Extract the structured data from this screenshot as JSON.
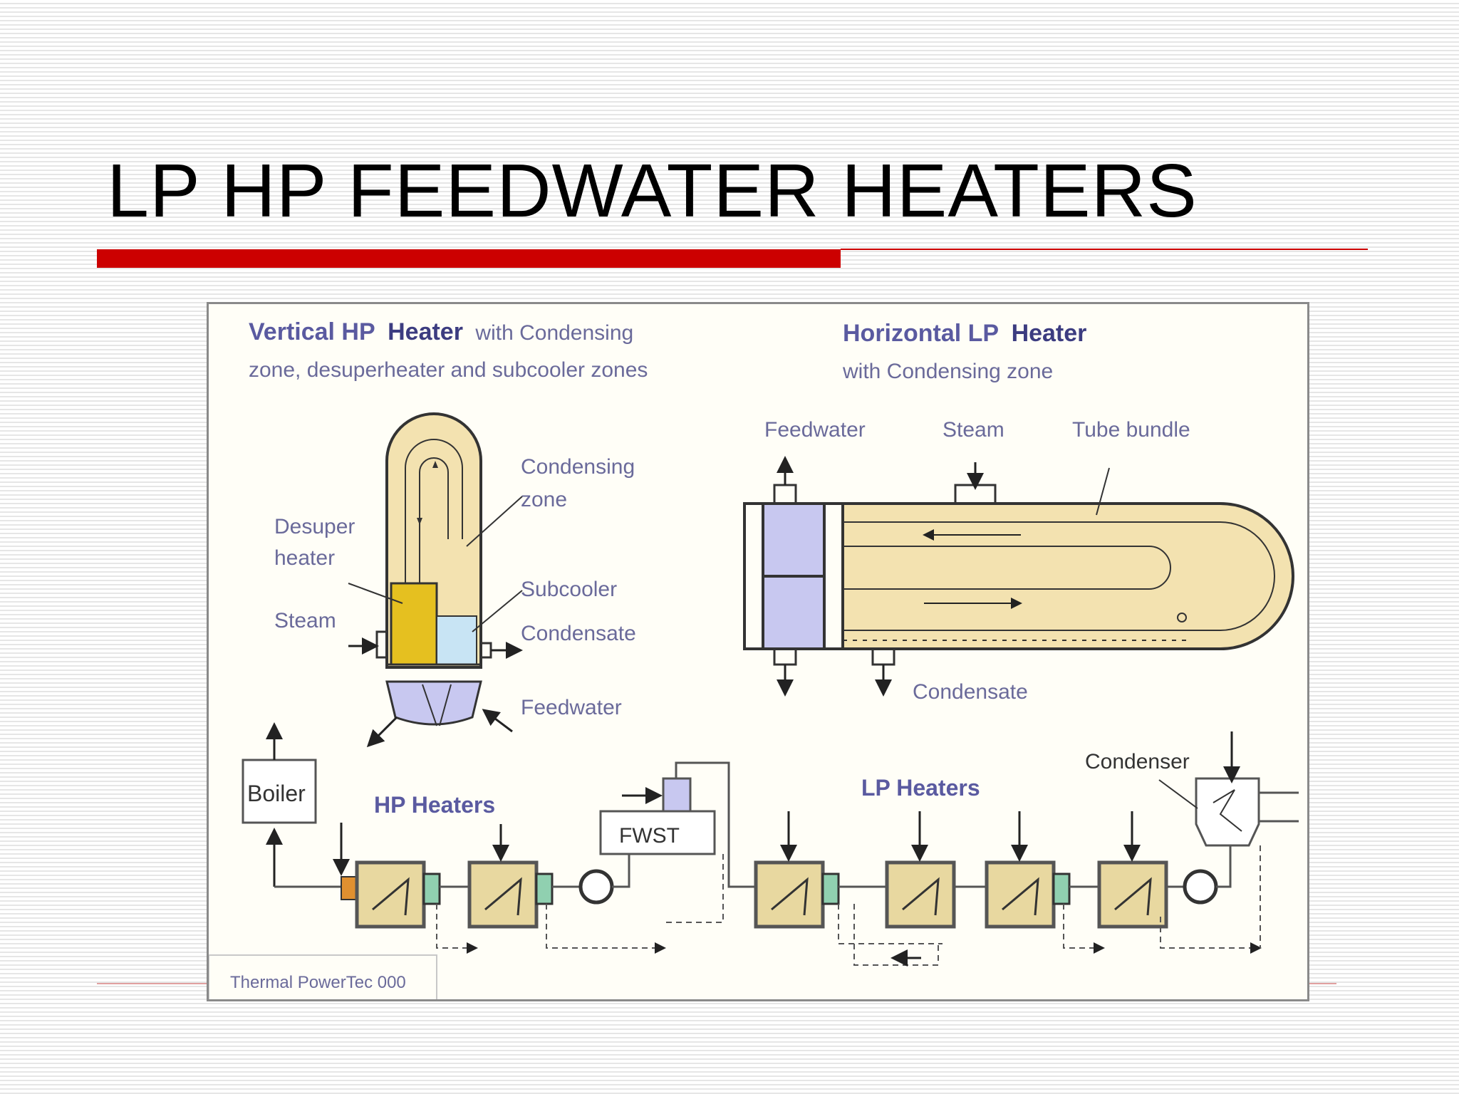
{
  "slide": {
    "title": "LP HP FEEDWATER HEATERS"
  },
  "colors": {
    "accent_red": "#cc0000",
    "shell_fill": "#f3e2b0",
    "desuperheater": "#e5c020",
    "subcooler": "#c8e4f4",
    "waterbox": "#c8c8f0",
    "heater_box": "#e8d8a0",
    "text_blue": "#5a5aa0"
  },
  "figure": {
    "vertical_heater": {
      "title_part1": "Vertical HP",
      "title_part2": "Heater",
      "title_part3": "with Condensing",
      "subtitle": "zone, desuperheater and subcooler zones",
      "labels": {
        "condensing_1": "Condensing",
        "condensing_2": "zone",
        "desuper_1": "Desuper",
        "desuper_2": "heater",
        "subcooler": "Subcooler",
        "steam": "Steam",
        "condensate": "Condensate",
        "feedwater": "Feedwater"
      }
    },
    "horizontal_heater": {
      "title_part1": "Horizontal LP",
      "title_part2": "Heater",
      "subtitle": "with Condensing zone",
      "labels": {
        "feedwater": "Feedwater",
        "steam": "Steam",
        "tube_bundle": "Tube bundle",
        "condensate": "Condensate"
      }
    },
    "cycle": {
      "boiler": "Boiler",
      "hp_heaters": "HP Heaters",
      "fwst": "FWST",
      "lp_heaters": "LP Heaters",
      "condenser": "Condenser"
    },
    "credit": "Thermal PowerTec 000"
  }
}
